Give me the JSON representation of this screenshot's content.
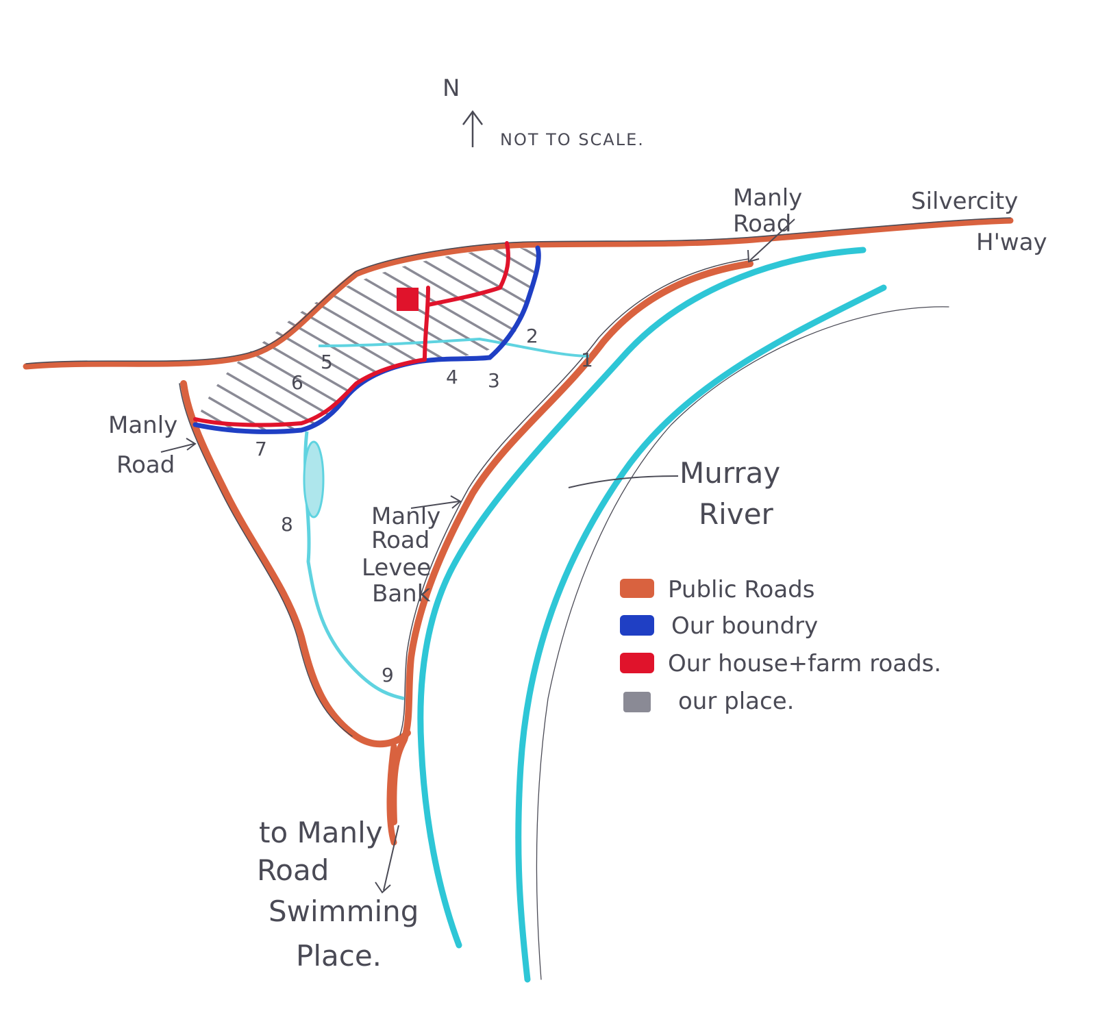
{
  "north_arrow": {
    "label": "N",
    "note": "NOT TO SCALE."
  },
  "labels": {
    "manly_road_top": [
      "Manly",
      "Road"
    ],
    "silvercity": [
      "Silvercity",
      "H'way"
    ],
    "manly_road_left": [
      "Manly",
      "Road"
    ],
    "murray_river": [
      "Murray",
      "River"
    ],
    "levee": [
      "Manly",
      "Road",
      "Levee",
      "Bank"
    ],
    "swimming": [
      "to Manly",
      "Road",
      "Swimming",
      "Place."
    ]
  },
  "points": [
    "1",
    "2",
    "3",
    "4",
    "5",
    "6",
    "7",
    "8",
    "9"
  ],
  "legend": [
    {
      "label": "Public Roads",
      "color": "#d9623f"
    },
    {
      "label": "Our boundry",
      "color": "#1f3fc4"
    },
    {
      "label": "Our house+farm roads.",
      "color": "#e0132b"
    },
    {
      "label": "our place.",
      "color": "#8a8a95"
    }
  ],
  "colors": {
    "public_road": "#d9623f",
    "boundary": "#1f3fc4",
    "farm_road": "#e0132b",
    "our_place": "#8a8a95",
    "river": "#2ec6d6",
    "creek": "#5fd3e0",
    "pen": "#4a4a55"
  }
}
